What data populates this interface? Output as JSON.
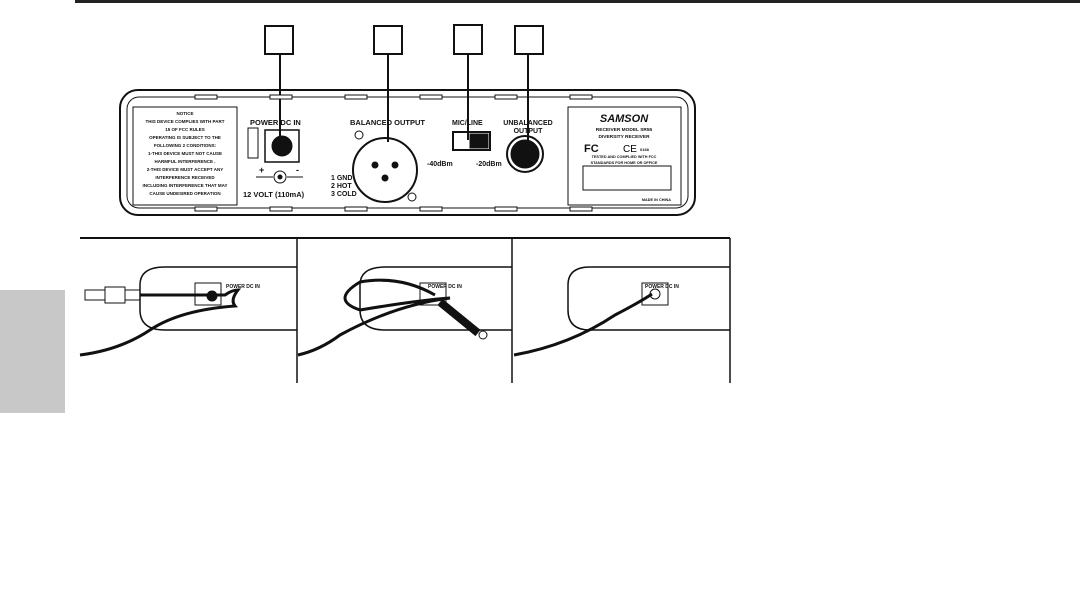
{
  "panel": {
    "notice": [
      "NOTICE",
      "THIS DEVICE COMPLIES WITH PART",
      "15 OF FCC RULES",
      "OPERATING IS SUBJECT TO THE",
      "FOLLOWING 2 CONDITIONS:",
      "1-THIS DEVICE MUST NOT CAUSE",
      "HARMFUL INTERFERENCE .",
      "2-THIS DEVICE MUST ACCEPT ANY",
      "INTERFERENCE RECEIVED",
      "INCLUDING INTERFERENCE THAT MAY",
      "CAUSE UNDESIRED OPERATION"
    ],
    "power_label": "POWER DC IN",
    "polarity_plus": "+",
    "polarity_minus": "-",
    "voltage": "12 VOLT (110mA)",
    "balanced_label": "BALANCED OUTPUT",
    "pins": [
      "1 GND",
      "2 HOT",
      "3 COLD"
    ],
    "micline_label": "MIC/LINE",
    "level_low": "-40dBm",
    "level_high": "-20dBm",
    "unbalanced_label": [
      "UNBALANCED",
      "OUTPUT"
    ],
    "brand": "SAMSON",
    "model": [
      "RECEIVER MODEL SR55",
      "DIVERSITY RECEIVER"
    ],
    "fcc": "FC",
    "ce": "CE",
    "ce_num": "0168",
    "tested": [
      "TESTED AND COMPLIED WITH FCC",
      "STANDARDS FOR HOME OR OFFICE"
    ],
    "made_in": "MADE IN CHINA"
  },
  "steps": [
    {
      "power_label": "POWER DC IN"
    },
    {
      "power_label": "POWER DC IN"
    },
    {
      "power_label": "POWER DC IN"
    }
  ]
}
